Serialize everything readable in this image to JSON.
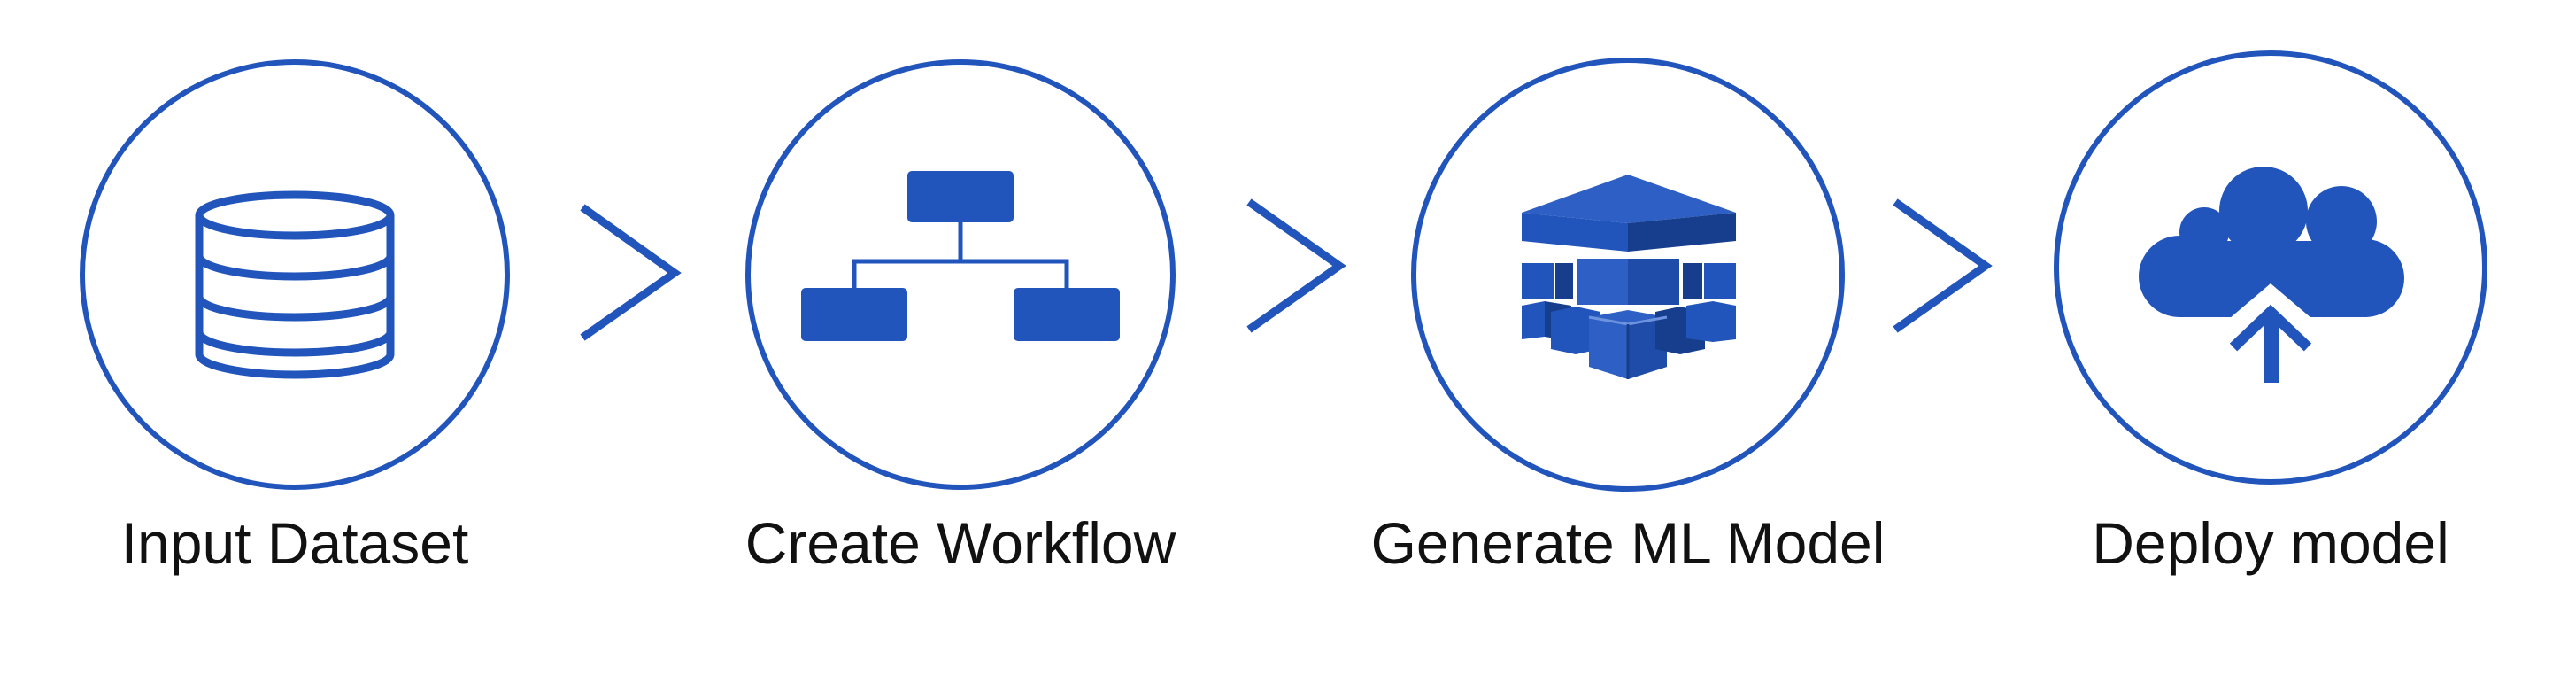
{
  "colors": {
    "accent": "#2255BB",
    "accent_dark": "#163E8C",
    "accent_light": "#3D6FD0",
    "text": "#111111"
  },
  "steps": [
    {
      "label": "Input Dataset",
      "icon": "database-icon"
    },
    {
      "label": "Create Workflow",
      "icon": "workflow-hierarchy-icon"
    },
    {
      "label": "Generate ML Model",
      "icon": "ml-model-cubes-icon"
    },
    {
      "label": "Deploy model",
      "icon": "cloud-upload-icon"
    }
  ],
  "connectors": [
    "chevron-right-icon",
    "chevron-right-icon",
    "chevron-right-icon"
  ]
}
